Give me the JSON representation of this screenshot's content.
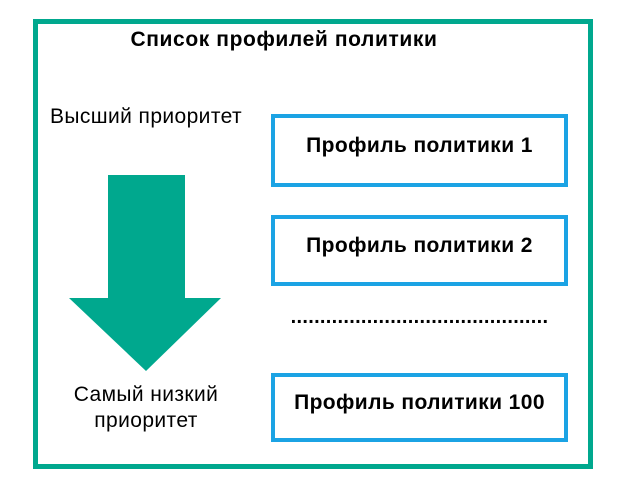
{
  "colors": {
    "teal": "#00A88E",
    "blue": "#1BA3E4",
    "text": "#000000",
    "background": "#FFFFFF"
  },
  "diagram": {
    "title": "Список профилей политики",
    "high_priority_label": "Высший приоритет",
    "low_priority_label": "Самый низкий приоритет",
    "profiles": [
      {
        "label": "Профиль политики 1"
      },
      {
        "label": "Профиль политики 2"
      },
      {
        "label": "Профиль политики 100"
      }
    ],
    "ellipsis_dots": "............................................"
  }
}
